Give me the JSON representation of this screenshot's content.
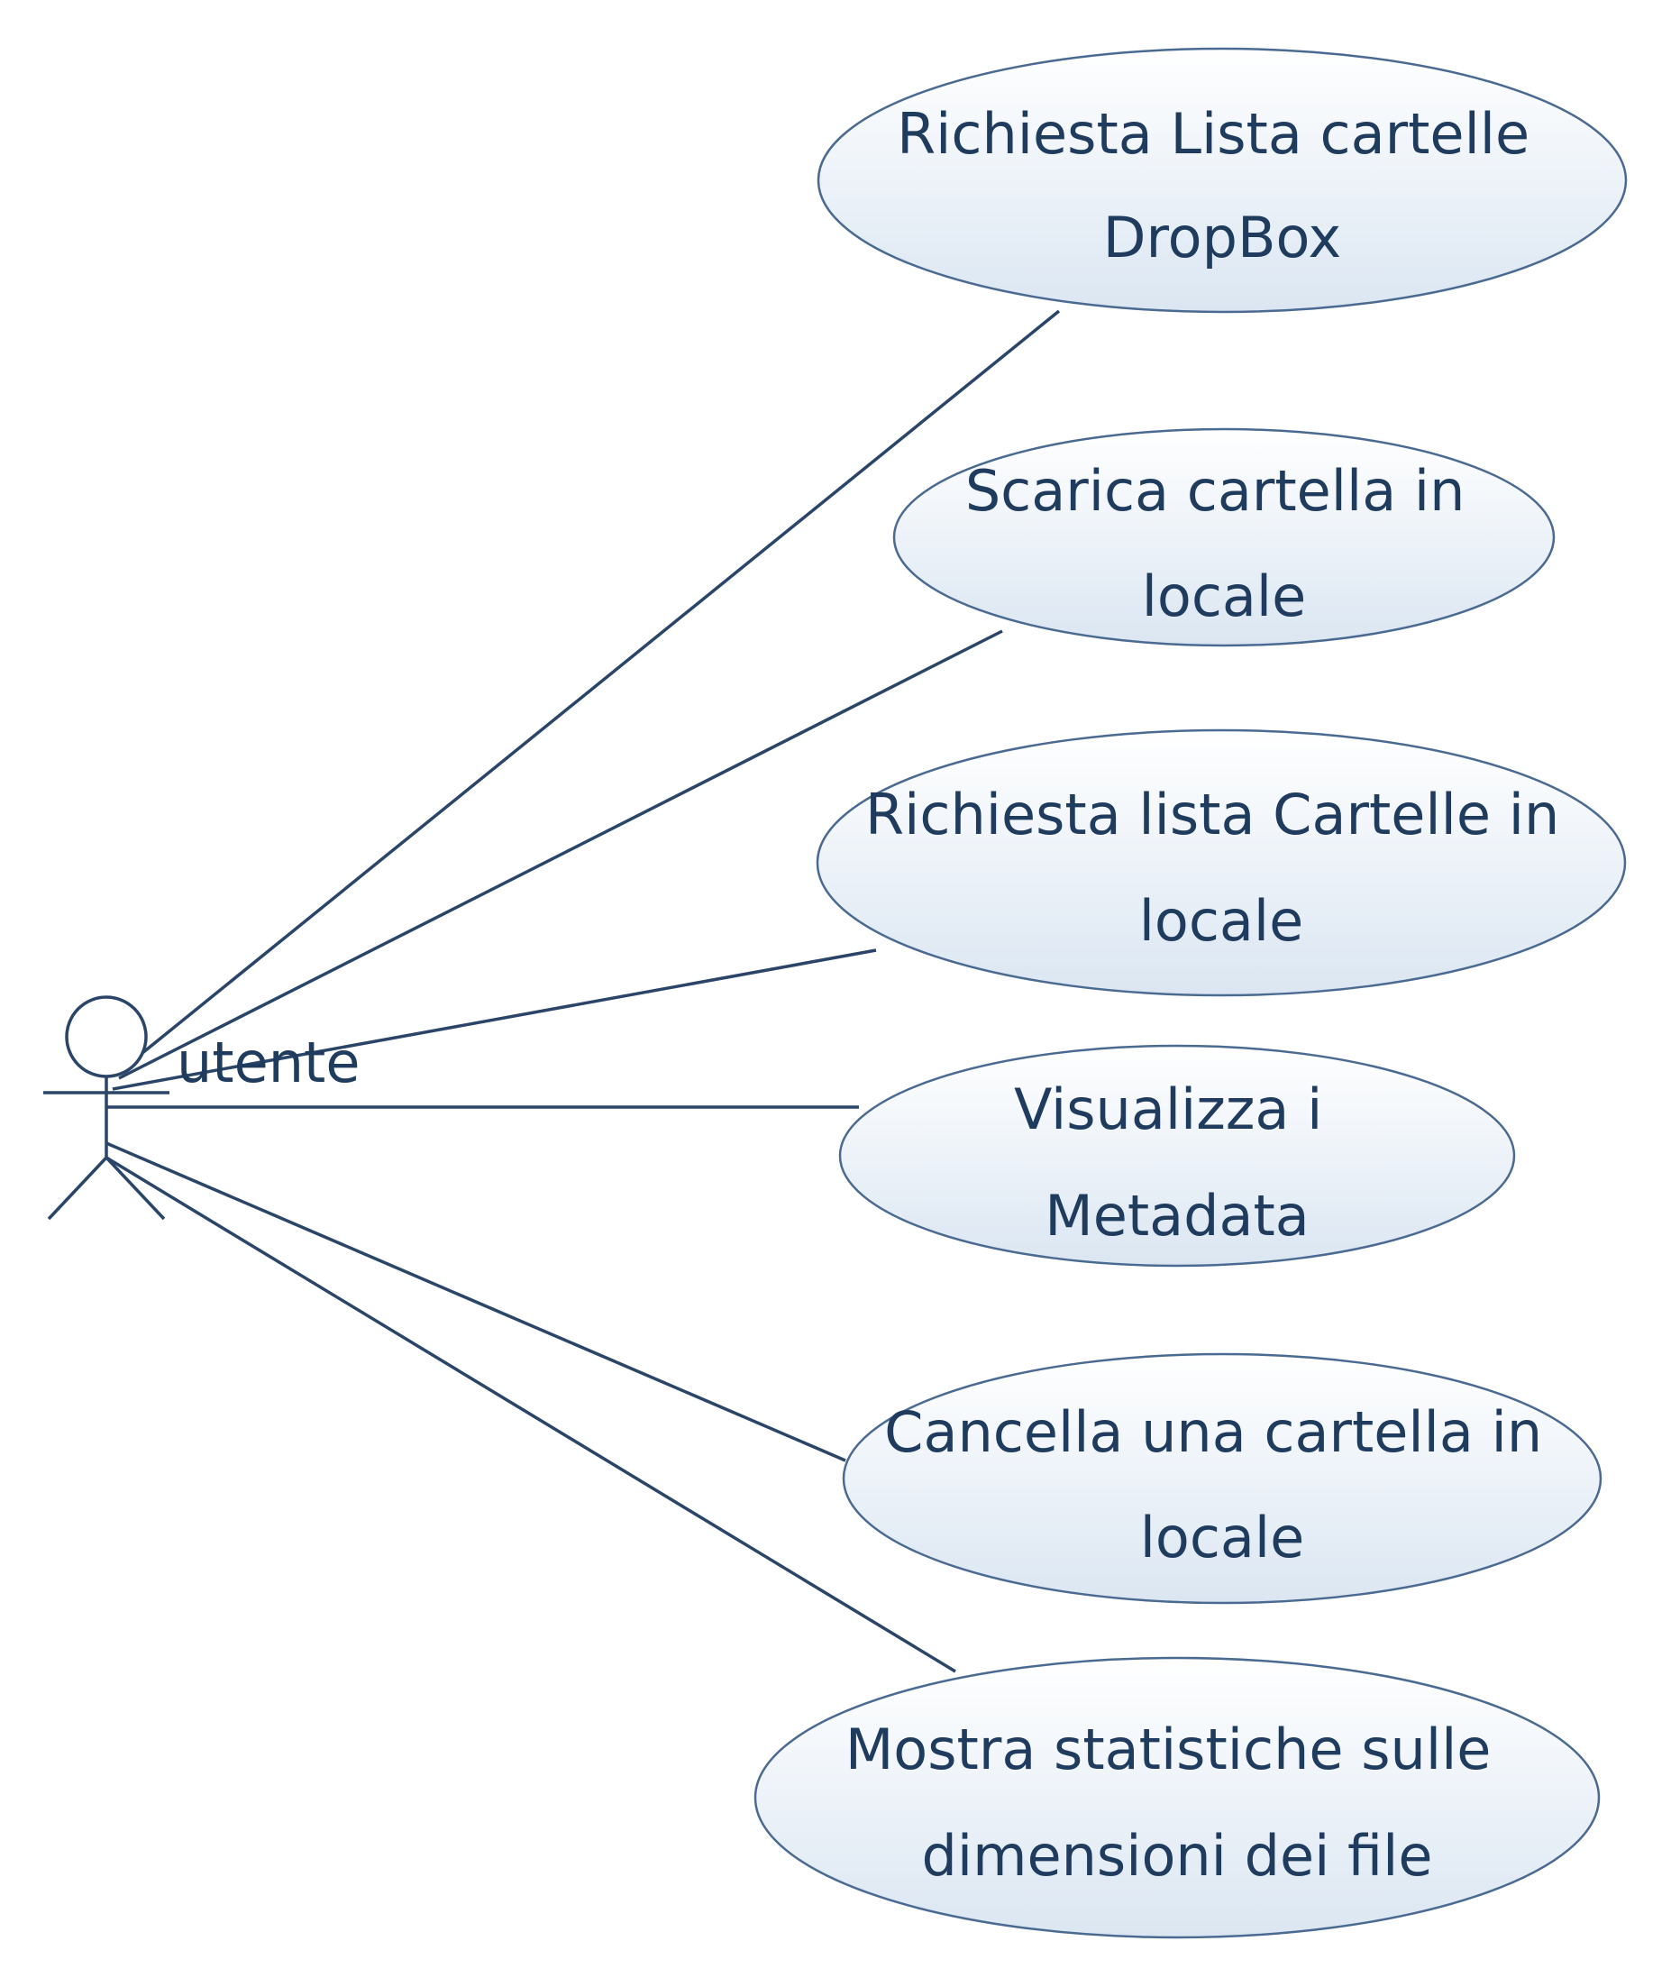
{
  "actor": {
    "label": "utente",
    "icon": "stick-figure-actor-icon"
  },
  "use_cases": [
    {
      "id": "uc-1",
      "lines": [
        "Richiesta Lista cartelle",
        "DropBox"
      ]
    },
    {
      "id": "uc-2",
      "lines": [
        "Scarica cartella in",
        "locale"
      ]
    },
    {
      "id": "uc-3",
      "lines": [
        "Richiesta lista Cartelle in",
        "locale"
      ]
    },
    {
      "id": "uc-4",
      "lines": [
        "Visualizza i",
        "Metadata"
      ]
    },
    {
      "id": "uc-5",
      "lines": [
        "Cancella una cartella in",
        "locale"
      ]
    },
    {
      "id": "uc-6",
      "lines": [
        "Mostra statistiche sulle",
        "dimensioni dei file"
      ]
    }
  ],
  "colors": {
    "line": "#2a4568",
    "text": "#1f3b5e",
    "ellipse_border": "#4a6a92",
    "ellipse_fill_top": "#ffffff",
    "ellipse_fill_bottom": "#dbe6f2"
  }
}
